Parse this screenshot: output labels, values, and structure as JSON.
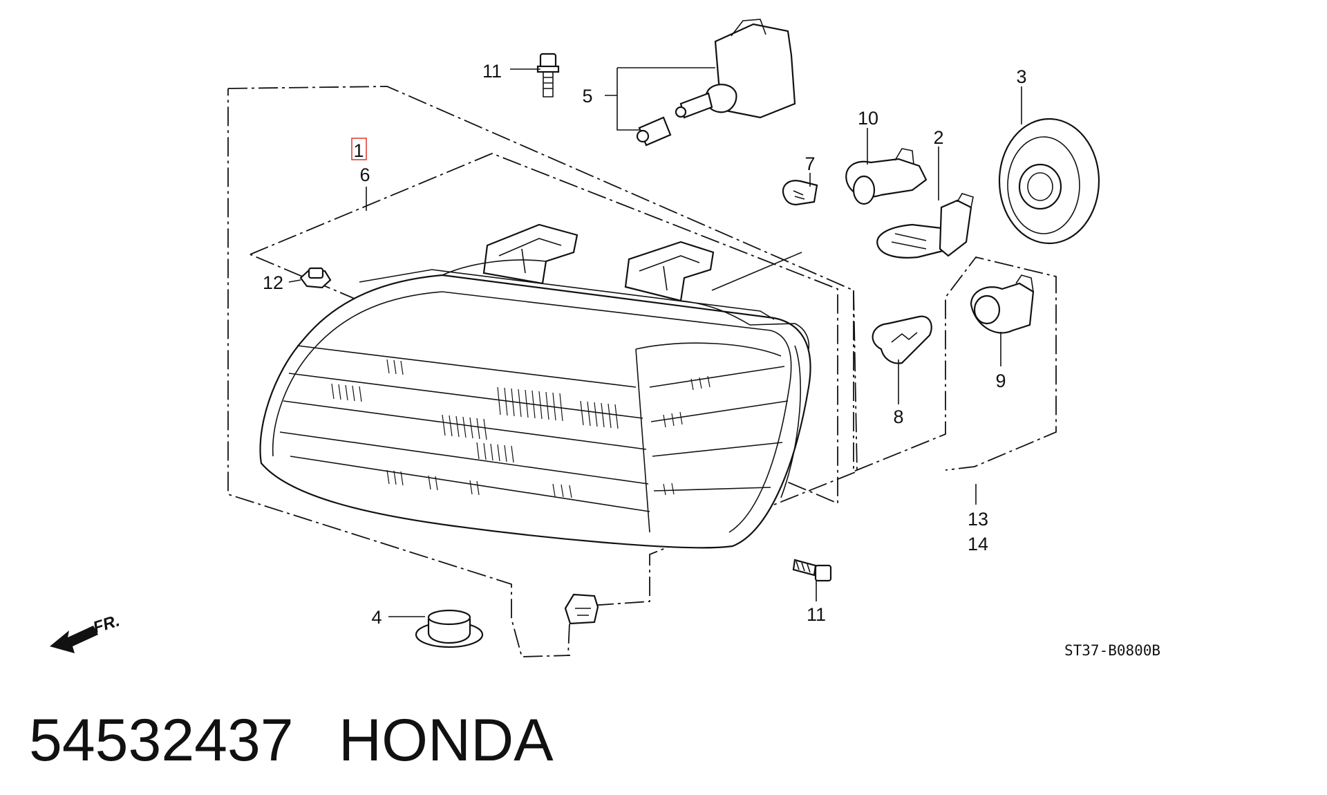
{
  "callouts": {
    "c1": "1",
    "c2": "2",
    "c3": "3",
    "c4": "4",
    "c5": "5",
    "c6": "6",
    "c7": "7",
    "c8": "8",
    "c9": "9",
    "c10": "10",
    "c11a": "11",
    "c11b": "11",
    "c12": "12",
    "c13": "13",
    "c14": "14"
  },
  "front_label": "FR.",
  "diagram_code": "ST37-B0800B",
  "footer": {
    "part_number": "54532437",
    "brand": "HONDA"
  },
  "highlight_color": "#e0322b"
}
